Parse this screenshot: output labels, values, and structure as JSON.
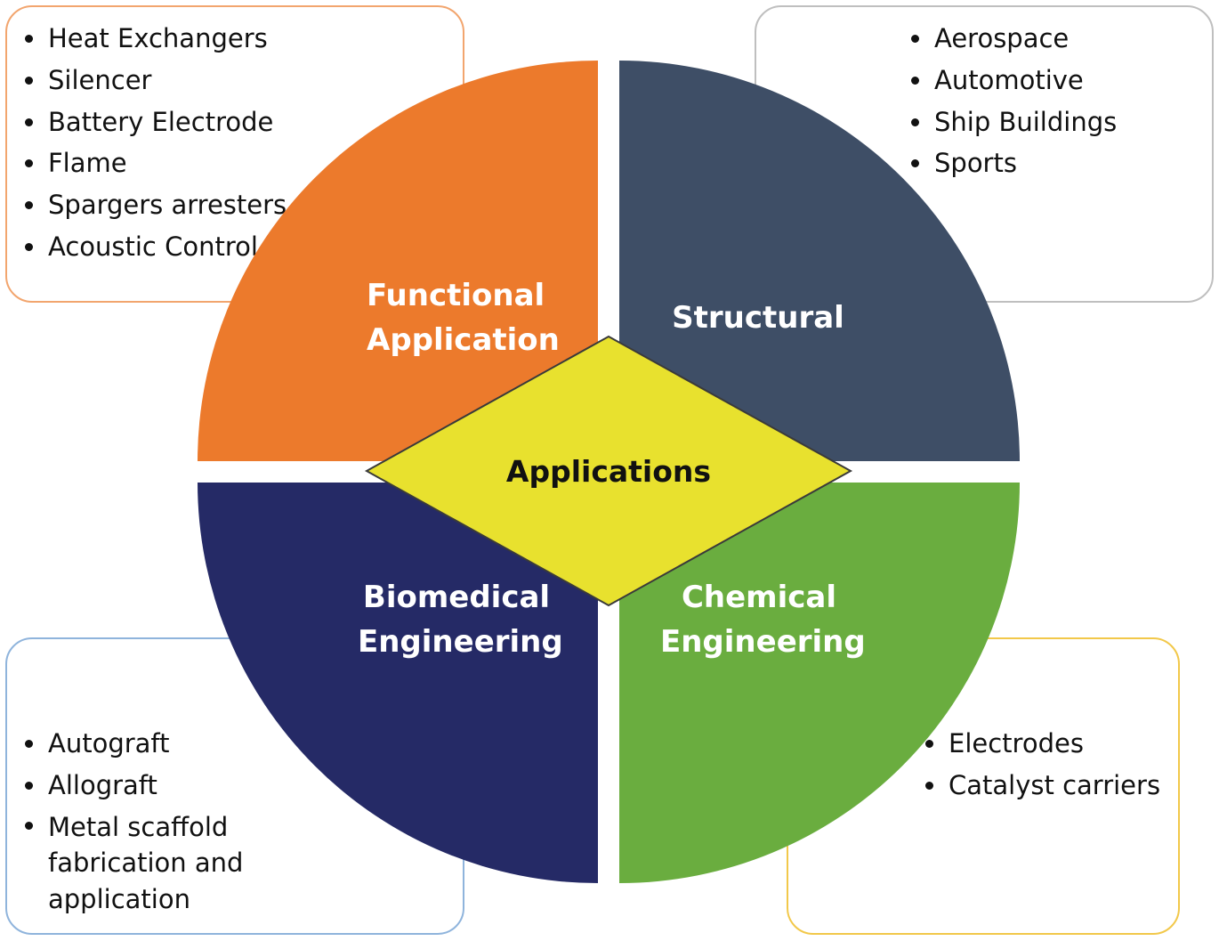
{
  "center": {
    "label": "Applications",
    "color": "#e8e12e"
  },
  "quadrants": {
    "functional": {
      "title_lines": [
        "Functional",
        "Application"
      ],
      "color": "#ec7a2c",
      "box_border": "#f2a56e",
      "items": [
        "Heat Exchangers",
        "Silencer",
        "Battery Electrode",
        "Flame",
        "Spargers arresters",
        "Acoustic Control"
      ]
    },
    "structural": {
      "title_lines": [
        "Structural"
      ],
      "color": "#3e4e66",
      "box_border": "#bfbfbf",
      "items": [
        "Aerospace",
        "Automotive",
        "Ship Buildings",
        "Sports"
      ]
    },
    "biomedical": {
      "title_lines": [
        "Biomedical",
        "Engineering"
      ],
      "color": "#252a66",
      "box_border": "#8fb4dc",
      "items": [
        "Autograft",
        "Allograft",
        "Metal scaffold fabrication and application"
      ]
    },
    "chemical": {
      "title_lines": [
        "Chemical",
        "Engineering"
      ],
      "color": "#6aad3f",
      "box_border": "#f2c84a",
      "items": [
        "Electrodes",
        "Catalyst carriers"
      ]
    }
  }
}
